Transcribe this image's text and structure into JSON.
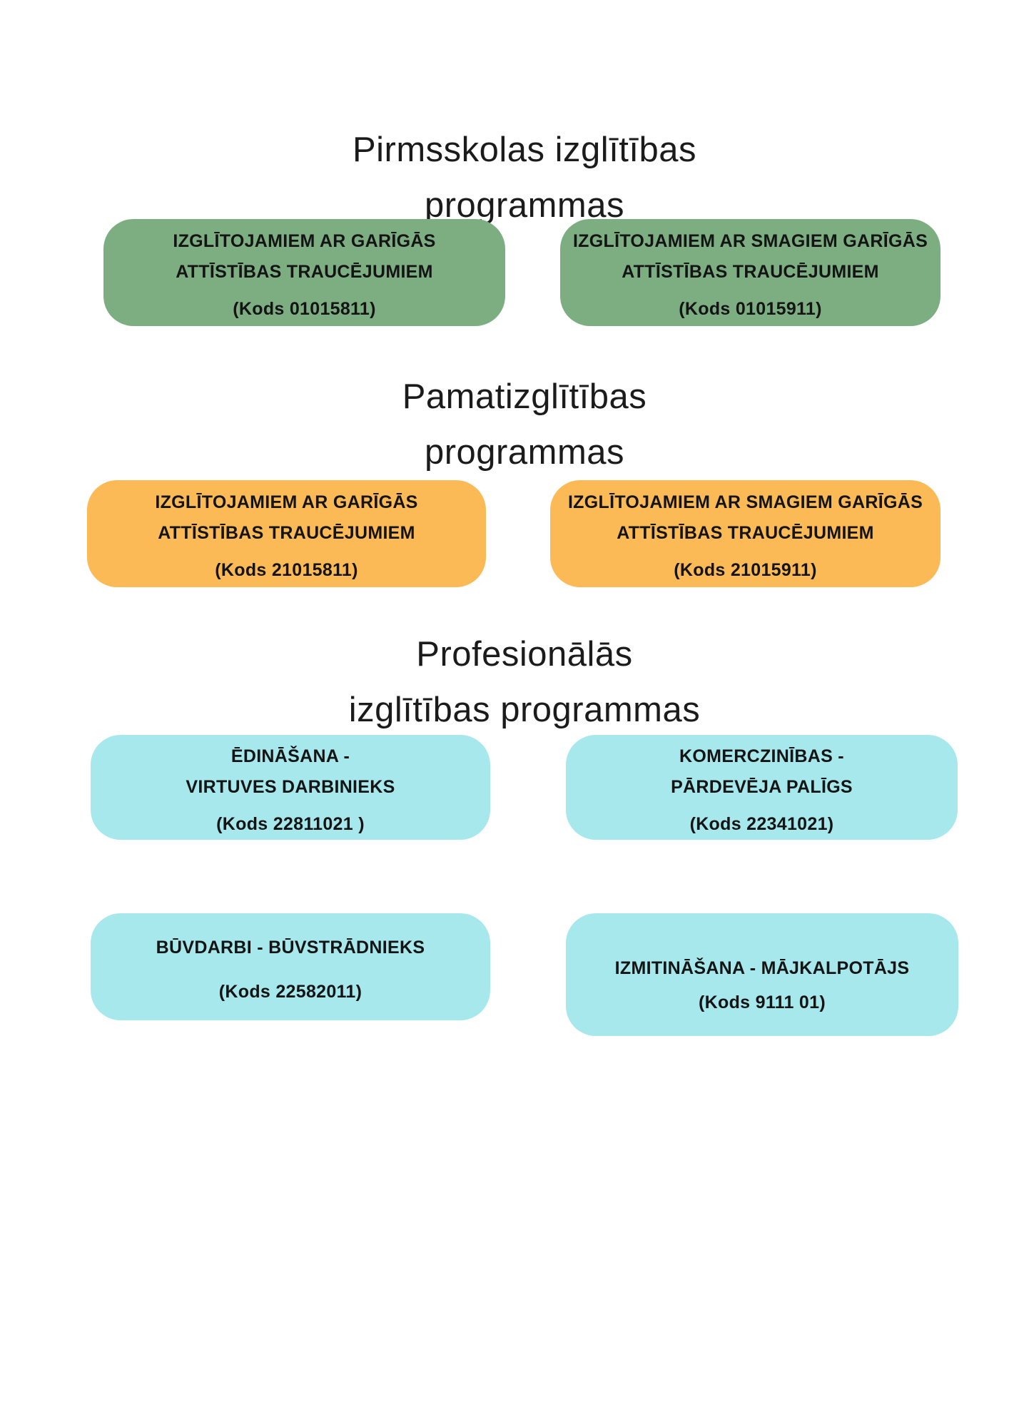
{
  "colors": {
    "green": "#7cae82",
    "orange": "#fbba55",
    "teal": "#a6e8ec",
    "title_text": "#1b1b1b",
    "box_text": "#141414",
    "background": "#ffffff"
  },
  "sections": [
    {
      "name": "Pirmsskolas izglītības programmas",
      "title_lines": [
        "Pirmsskolas izglītības",
        "programmas"
      ],
      "boxes": [
        {
          "title_lines": [
            "IZGLĪTOJAMIEM AR GARĪGĀS",
            "ATTĪSTĪBAS TRAUCĒJUMIEM"
          ],
          "code": "(Kods 01015811)"
        },
        {
          "title_lines": [
            "IZGLĪTOJAMIEM AR SMAGIEM GARĪGĀS",
            "ATTĪSTĪBAS TRAUCĒJUMIEM"
          ],
          "code": "(Kods 01015911)"
        }
      ]
    },
    {
      "name": "Pamatizglītības programmas",
      "title_lines": [
        "Pamatizglītības",
        "programmas"
      ],
      "boxes": [
        {
          "title_lines": [
            "IZGLĪTOJAMIEM AR GARĪGĀS",
            "ATTĪSTĪBAS TRAUCĒJUMIEM"
          ],
          "code": "(Kods 21015811)"
        },
        {
          "title_lines": [
            "IZGLĪTOJAMIEM AR SMAGIEM GARĪGĀS",
            "ATTĪSTĪBAS TRAUCĒJUMIEM"
          ],
          "code": "(Kods 21015911)"
        }
      ]
    },
    {
      "name": "Profesionālās izglītības programmas",
      "title_lines": [
        "Profesionālās",
        "izglītības programmas"
      ],
      "boxes": [
        {
          "title_lines": [
            "ĒDINĀŠANA -",
            "VIRTUVES DARBINIEKS"
          ],
          "code": "(Kods 22811021 )"
        },
        {
          "title_lines": [
            "KOMERCZINĪBAS -",
            "PĀRDEVĒJA PALĪGS"
          ],
          "code": "(Kods 22341021)"
        },
        {
          "title_lines": [
            "BŪVDARBI -  BŪVSTRĀDNIEKS"
          ],
          "code": "(Kods 22582011)"
        },
        {
          "title_lines": [
            "IZMITINĀŠANA - MĀJKALPOTĀJS"
          ],
          "code": "(Kods 9111 01)"
        }
      ]
    }
  ]
}
